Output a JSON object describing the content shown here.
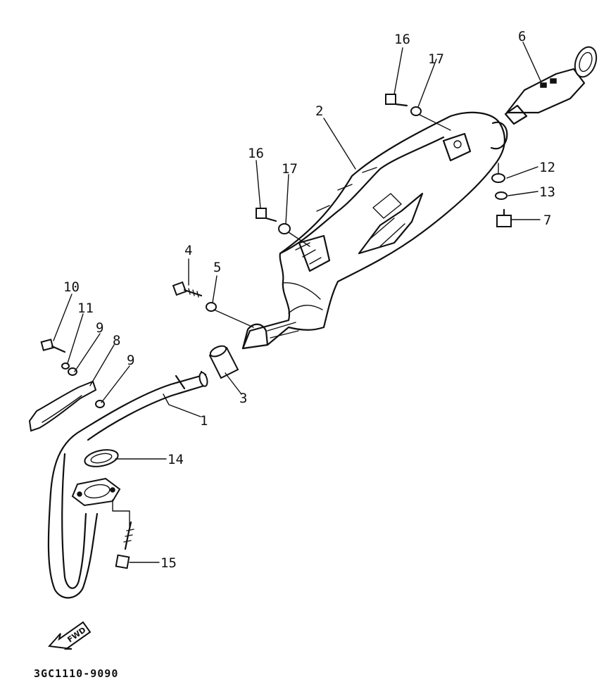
{
  "diagram_code": "3GC1110-9090",
  "fwd_label": "FWD",
  "callouts": [
    {
      "id": "1",
      "text": "1"
    },
    {
      "id": "2",
      "text": "2"
    },
    {
      "id": "3",
      "text": "3"
    },
    {
      "id": "4",
      "text": "4"
    },
    {
      "id": "5",
      "text": "5"
    },
    {
      "id": "6",
      "text": "6"
    },
    {
      "id": "7",
      "text": "7"
    },
    {
      "id": "8",
      "text": "8"
    },
    {
      "id": "9a",
      "text": "9"
    },
    {
      "id": "9b",
      "text": "9"
    },
    {
      "id": "10",
      "text": "10"
    },
    {
      "id": "11",
      "text": "11"
    },
    {
      "id": "12",
      "text": "12"
    },
    {
      "id": "13",
      "text": "13"
    },
    {
      "id": "14",
      "text": "14"
    },
    {
      "id": "15",
      "text": "15"
    },
    {
      "id": "16a",
      "text": "16"
    },
    {
      "id": "17a",
      "text": "17"
    },
    {
      "id": "16b",
      "text": "16"
    },
    {
      "id": "17b",
      "text": "17"
    }
  ]
}
